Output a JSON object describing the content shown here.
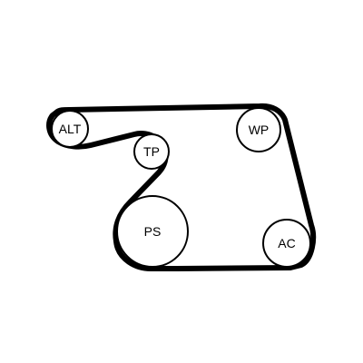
{
  "diagram": {
    "type": "belt-routing",
    "colors": {
      "belt": "#000000",
      "pulley_outline": "#000000",
      "pulley_fill": "#ffffff",
      "background": "#ffffff"
    },
    "pulleys": [
      {
        "id": "alt",
        "label": "ALT"
      },
      {
        "id": "tp",
        "label": "TP"
      },
      {
        "id": "ps",
        "label": "PS"
      },
      {
        "id": "wp",
        "label": "WP"
      },
      {
        "id": "ac",
        "label": "AC"
      }
    ],
    "belt_route": [
      "alt",
      "wp",
      "ac",
      "ps",
      "tp",
      "alt"
    ]
  }
}
